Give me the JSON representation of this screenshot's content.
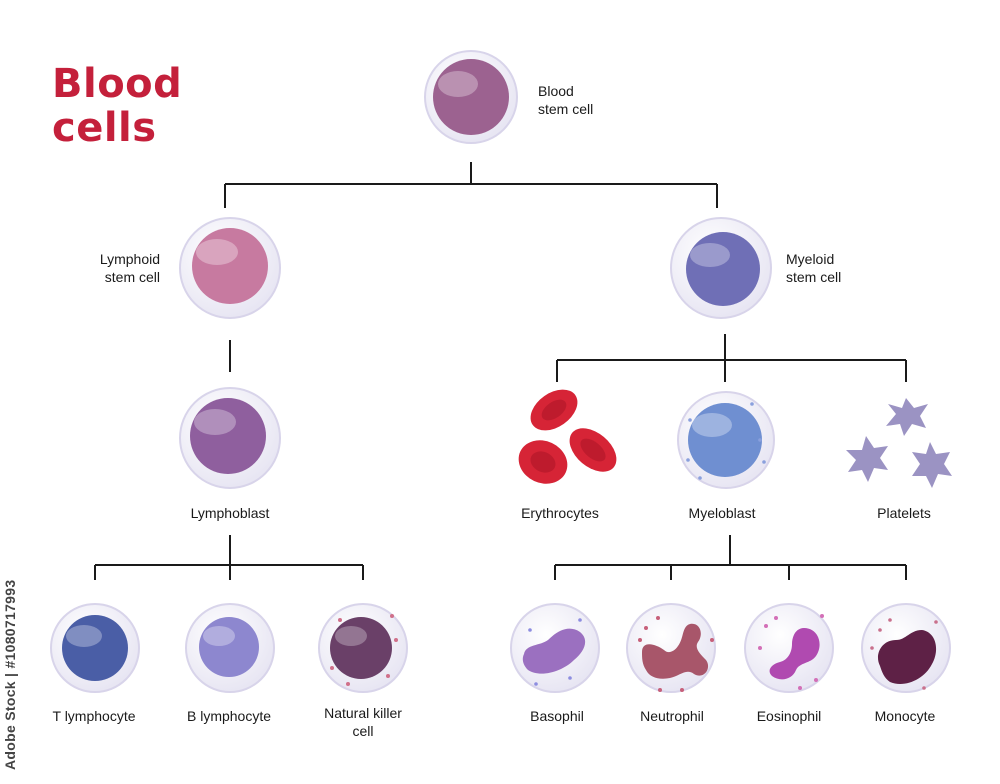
{
  "title": {
    "line1": "Blood",
    "line2": "cells"
  },
  "credit": "Adobe Stock | #1080717993",
  "colors": {
    "title": "#c4203b",
    "stem": "#9c6290",
    "lymphoid": "#c77aa0",
    "myeloid": "#6f6fb6",
    "lymphoblast": "#8f5f9e",
    "erythrocyte": "#d62436",
    "myeloblast": "#6f8fd1",
    "platelet": "#9b93c3",
    "t_lymphocyte": "#4a5ea6",
    "b_lymphocyte": "#8d87cf",
    "nk_cell": "#6a4068",
    "basophil": "#9b70c0",
    "neutrophil": "#a8566a",
    "eosinophil": "#b04ab0",
    "monocyte": "#5e2146"
  },
  "nodes": {
    "blood_stem": {
      "line1": "Blood",
      "line2": "stem cell"
    },
    "lymphoid": {
      "line1": "Lymphoid",
      "line2": "stem cell"
    },
    "myeloid": {
      "line1": "Myeloid",
      "line2": "stem cell"
    },
    "lymphoblast": {
      "label": "Lymphoblast"
    },
    "erythrocytes": {
      "label": "Erythrocytes"
    },
    "myeloblast": {
      "label": "Myeloblast"
    },
    "platelets": {
      "label": "Platelets"
    },
    "t_lymphocyte": {
      "label": "T lymphocyte"
    },
    "b_lymphocyte": {
      "label": "B lymphocyte"
    },
    "nk_cell": {
      "line1": "Natural killer",
      "line2": "cell"
    },
    "basophil": {
      "label": "Basophil"
    },
    "neutrophil": {
      "label": "Neutrophil"
    },
    "eosinophil": {
      "label": "Eosinophil"
    },
    "monocyte": {
      "label": "Monocyte"
    }
  }
}
